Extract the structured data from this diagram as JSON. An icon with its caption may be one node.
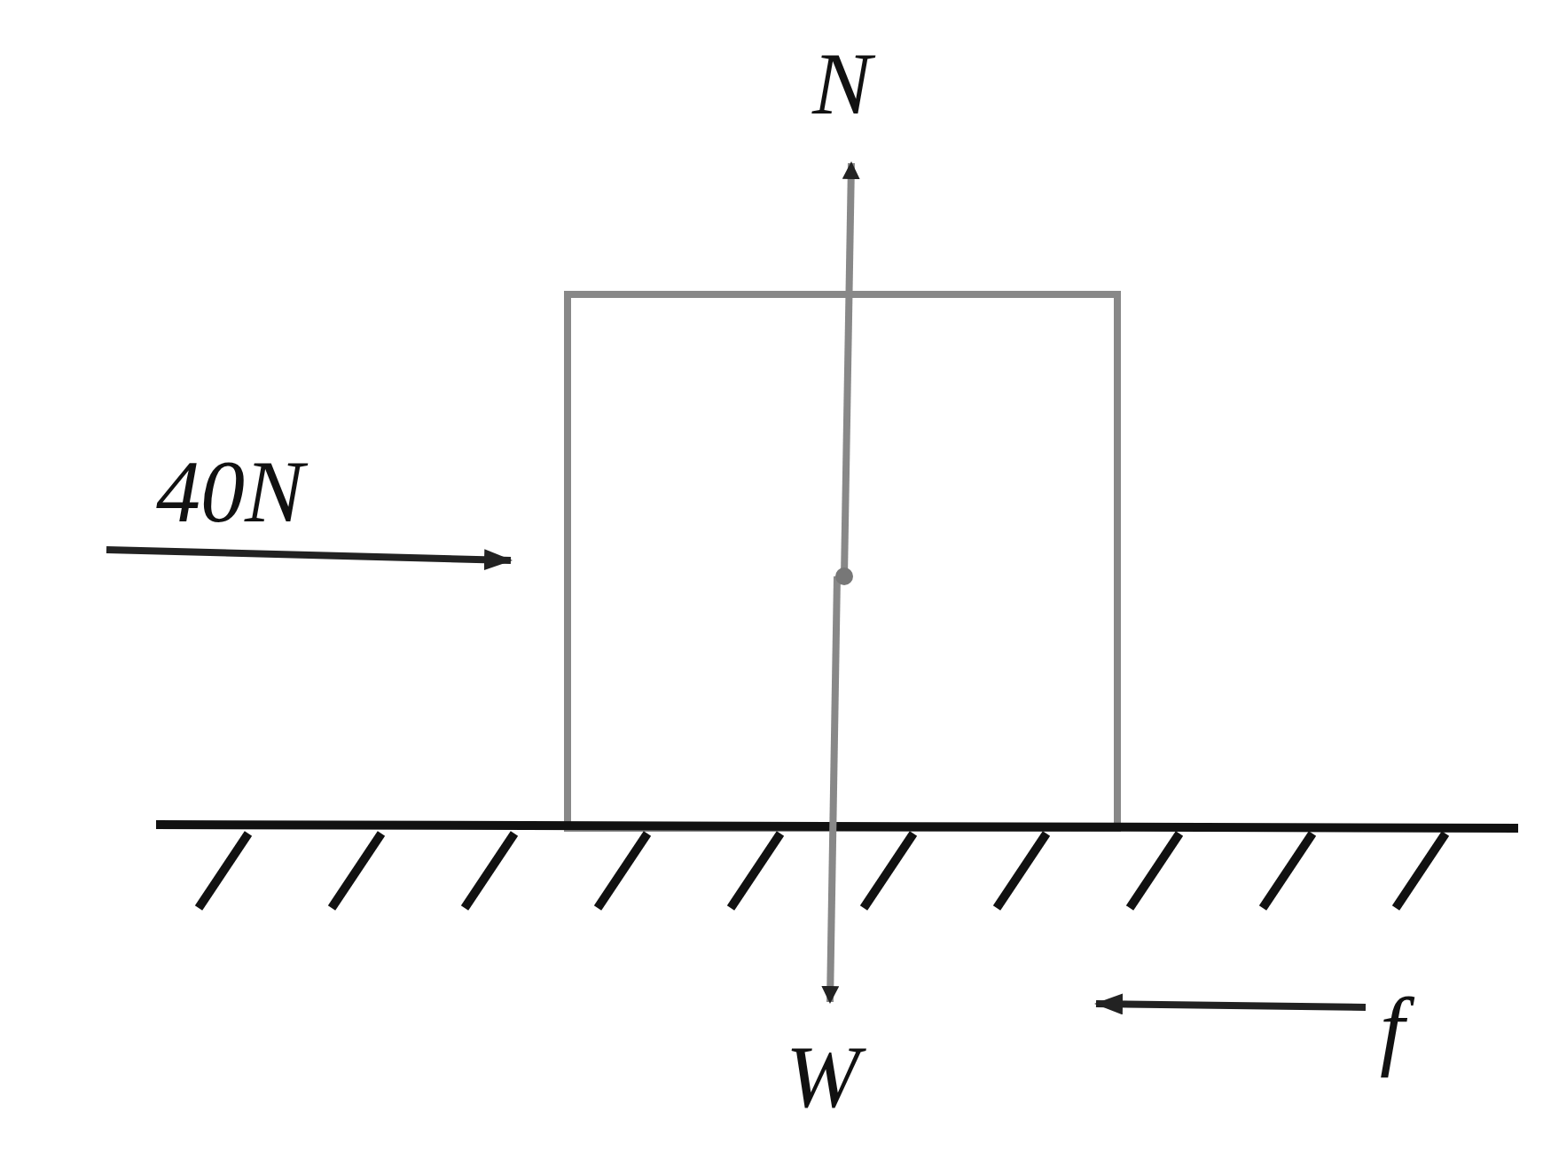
{
  "diagram": {
    "labels": [
      "N",
      "40N",
      "W",
      "f"
    ]
  }
}
